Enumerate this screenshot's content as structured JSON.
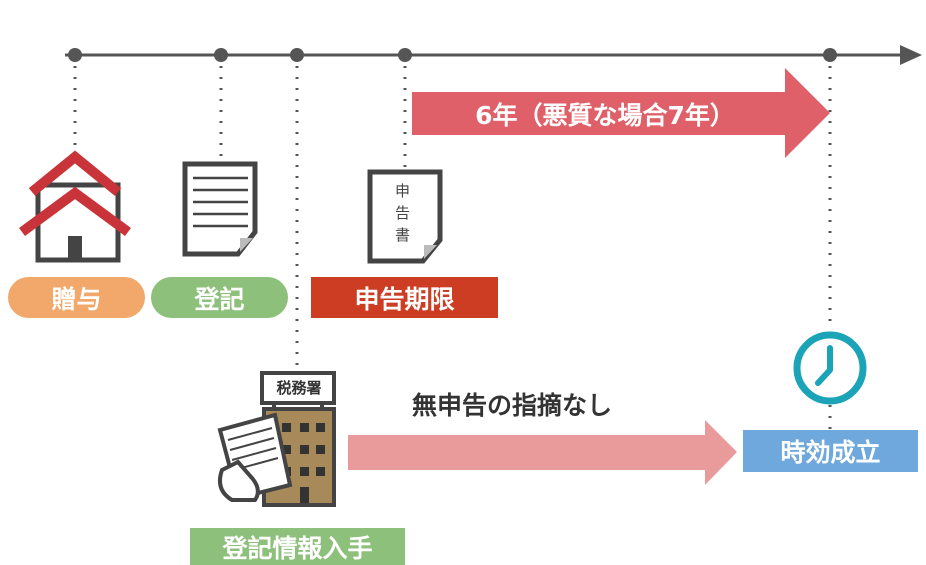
{
  "period_arrow": {
    "label": "6年（悪質な場合7年）"
  },
  "labels": {
    "gift": "贈与",
    "registration": "登記",
    "filing_deadline": "申告期限",
    "registration_info": "登記情報入手",
    "statute_expired": "時効成立"
  },
  "document_icon_text": [
    "申",
    "告",
    "書"
  ],
  "tax_office_sign": "税務署",
  "no_filing_text": "無申告の指摘なし",
  "colors": {
    "gift": "#f2a86a",
    "registration": "#8dc07b",
    "deadline": "#cc3d24",
    "period_arrow": "#e0606a",
    "no_filing_arrow": "#e99a9a",
    "statute": "#6fa8dc",
    "clock": "#1ba3b8"
  }
}
